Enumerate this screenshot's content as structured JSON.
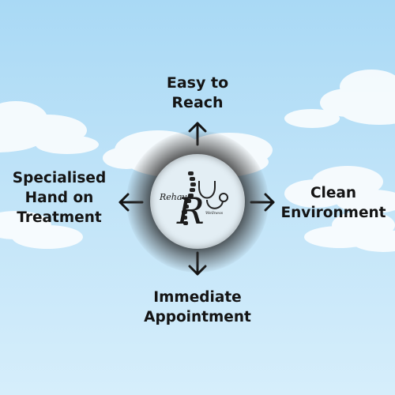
{
  "labels": {
    "top": [
      "Easy to",
      "Reach"
    ],
    "left": [
      "Specialised",
      "Hand on",
      "Treatment"
    ],
    "right": [
      "Clean",
      "Environment"
    ],
    "bottom": [
      "Immediate",
      "Appointment"
    ]
  },
  "logo": {
    "script_text": "Rehave",
    "monogram": "R",
    "small_text": "Wellness",
    "icons": [
      "spine-icon",
      "stethoscope-icon"
    ]
  },
  "colors": {
    "sky": "#bfe3f8",
    "text": "#141414",
    "logo_bg": "#e3eef4"
  }
}
